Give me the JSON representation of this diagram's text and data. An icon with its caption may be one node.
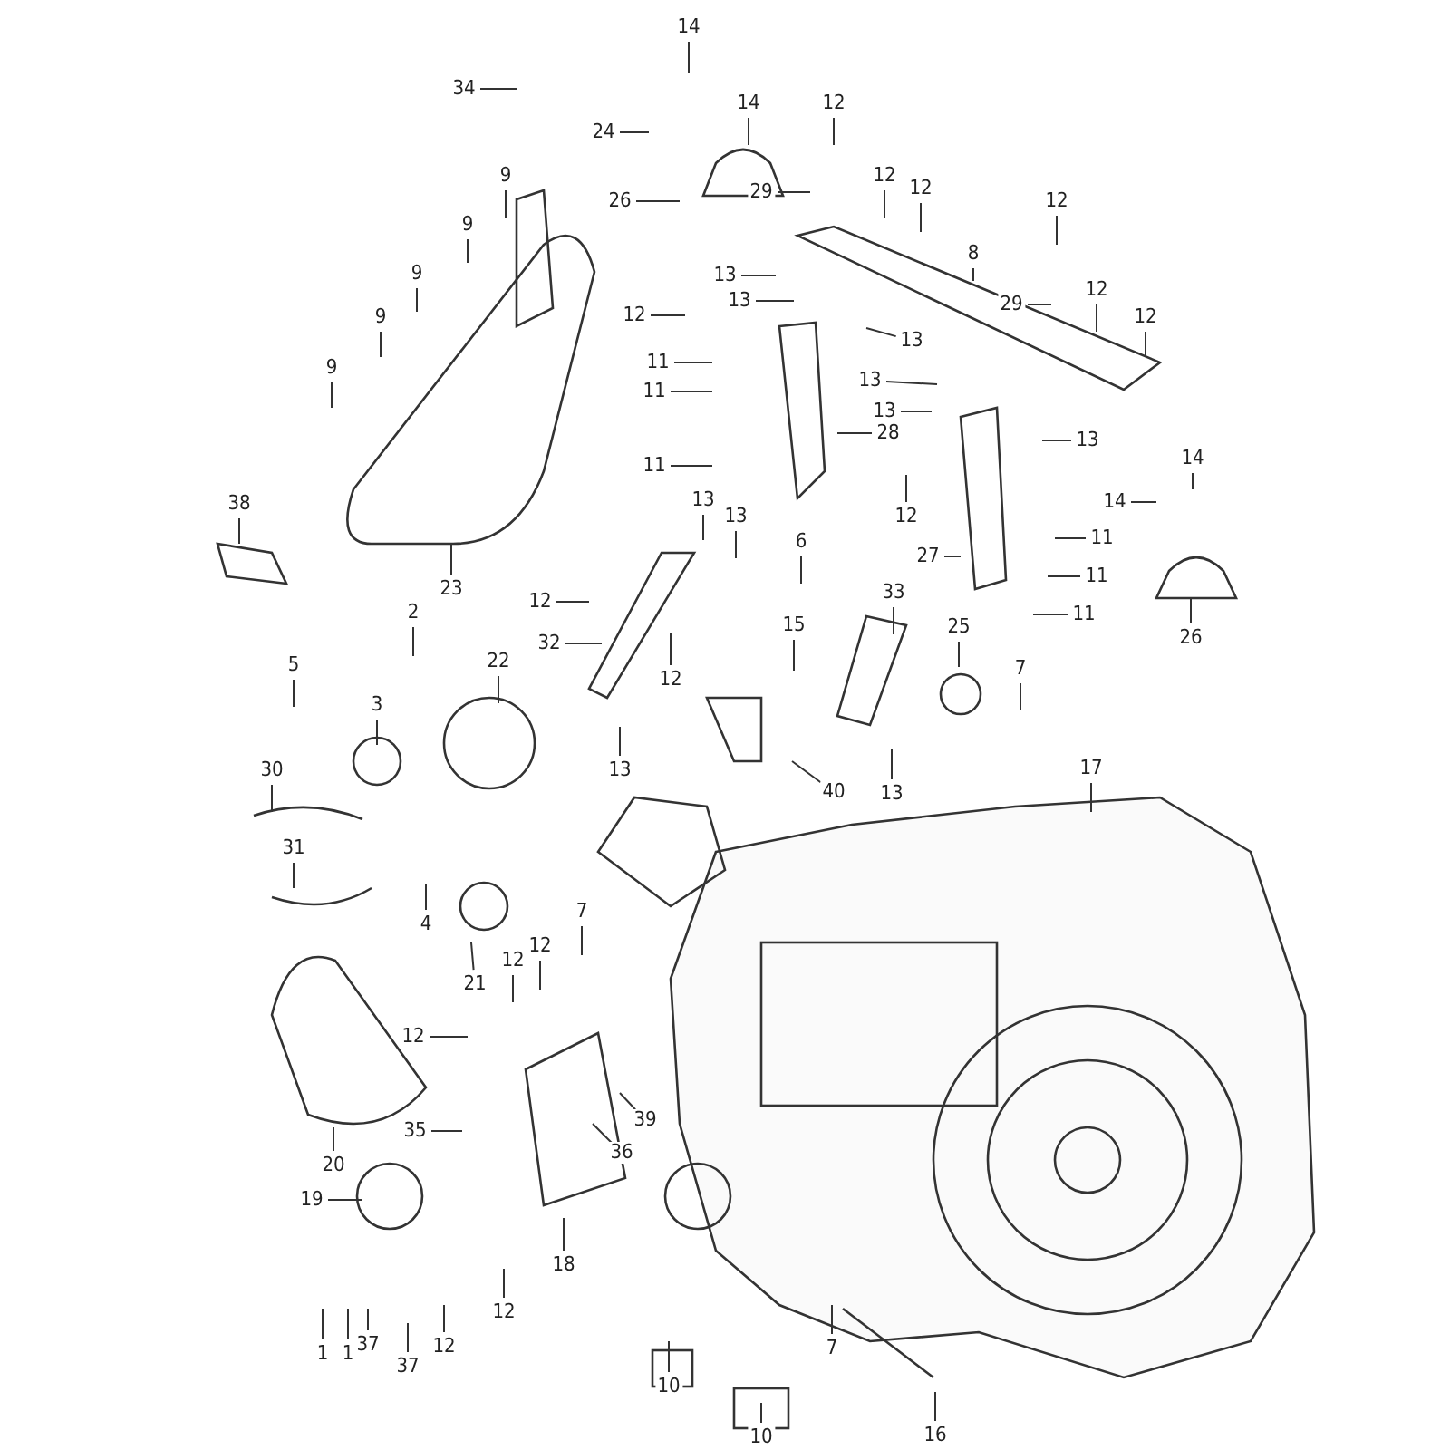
{
  "diagram": {
    "nodes": [
      {
        "text": [
          "34"
        ]
      },
      {
        "text": [
          "14"
        ]
      },
      {
        "text": [
          "24"
        ]
      },
      {
        "text": [
          "14"
        ]
      },
      {
        "text": [
          "12"
        ]
      },
      {
        "text": [
          "26"
        ]
      },
      {
        "text": [
          "29"
        ]
      },
      {
        "text": [
          "12"
        ]
      },
      {
        "text": [
          "12"
        ]
      },
      {
        "text": [
          "8"
        ]
      },
      {
        "text": [
          "12"
        ]
      },
      {
        "text": [
          "29"
        ]
      },
      {
        "text": [
          "12"
        ]
      },
      {
        "text": [
          "12"
        ]
      },
      {
        "text": [
          "9"
        ]
      },
      {
        "text": [
          "9"
        ]
      },
      {
        "text": [
          "9"
        ]
      },
      {
        "text": [
          "9"
        ]
      },
      {
        "text": [
          "9"
        ]
      },
      {
        "text": [
          "13"
        ]
      },
      {
        "text": [
          "13"
        ]
      },
      {
        "text": [
          "12"
        ]
      },
      {
        "text": [
          "13"
        ]
      },
      {
        "text": [
          "13"
        ]
      },
      {
        "text": [
          "13"
        ]
      },
      {
        "text": [
          "11"
        ]
      },
      {
        "text": [
          "11"
        ]
      },
      {
        "text": [
          "28"
        ]
      },
      {
        "text": [
          "11"
        ]
      },
      {
        "text": [
          "12"
        ]
      },
      {
        "text": [
          "13"
        ]
      },
      {
        "text": [
          "14"
        ]
      },
      {
        "text": [
          "14"
        ]
      },
      {
        "text": [
          "23"
        ]
      },
      {
        "text": [
          "38"
        ]
      },
      {
        "text": [
          "13"
        ]
      },
      {
        "text": [
          "13"
        ]
      },
      {
        "text": [
          "6"
        ]
      },
      {
        "text": [
          "27"
        ]
      },
      {
        "text": [
          "11"
        ]
      },
      {
        "text": [
          "11"
        ]
      },
      {
        "text": [
          "11"
        ]
      },
      {
        "text": [
          "26"
        ]
      },
      {
        "text": [
          "12"
        ]
      },
      {
        "text": [
          "32"
        ]
      },
      {
        "text": [
          "33"
        ]
      },
      {
        "text": [
          "2"
        ]
      },
      {
        "text": [
          "22"
        ]
      },
      {
        "text": [
          "15"
        ]
      },
      {
        "text": [
          "25"
        ]
      },
      {
        "text": [
          "12"
        ]
      },
      {
        "text": [
          "7"
        ]
      },
      {
        "text": [
          "5"
        ]
      },
      {
        "text": [
          "3"
        ]
      },
      {
        "text": [
          "40"
        ]
      },
      {
        "text": [
          "13"
        ]
      },
      {
        "text": [
          "13"
        ]
      },
      {
        "text": [
          "17"
        ]
      },
      {
        "text": [
          "30"
        ]
      },
      {
        "text": [
          "31"
        ]
      },
      {
        "text": [
          "4"
        ]
      },
      {
        "text": [
          "7"
        ]
      },
      {
        "text": [
          "21"
        ]
      },
      {
        "text": [
          "12"
        ]
      },
      {
        "text": [
          "12"
        ]
      },
      {
        "text": [
          "12"
        ]
      },
      {
        "text": [
          "39"
        ]
      },
      {
        "text": [
          "36"
        ]
      },
      {
        "text": [
          "35"
        ]
      },
      {
        "text": [
          "20"
        ]
      },
      {
        "text": [
          "19"
        ]
      },
      {
        "text": [
          "18"
        ]
      },
      {
        "text": [
          "1"
        ]
      },
      {
        "text": [
          "1"
        ]
      },
      {
        "text": [
          "37"
        ]
      },
      {
        "text": [
          "37"
        ]
      },
      {
        "text": [
          "12"
        ]
      },
      {
        "text": [
          "12"
        ]
      },
      {
        "text": [
          "10"
        ]
      },
      {
        "text": [
          "10"
        ]
      },
      {
        "text": [
          "7"
        ]
      },
      {
        "text": [
          "16"
        ]
      }
    ],
    "edges": [
      {
        "from": 0,
        "to": null,
        "arrow": "none"
      },
      {
        "from": 1,
        "to": null,
        "arrow": "none"
      },
      {
        "from": 2,
        "to": null,
        "arrow": "none"
      },
      {
        "from": 3,
        "to": null,
        "arrow": "none"
      },
      {
        "from": 4,
        "to": null,
        "arrow": "none"
      },
      {
        "from": 5,
        "to": null,
        "arrow": "none"
      },
      {
        "from": 6,
        "to": null,
        "arrow": "none"
      },
      {
        "from": 7,
        "to": null,
        "arrow": "none"
      },
      {
        "from": 8,
        "to": null,
        "arrow": "none"
      },
      {
        "from": 9,
        "to": null,
        "arrow": "none"
      },
      {
        "from": 10,
        "to": null,
        "arrow": "none"
      },
      {
        "from": 11,
        "to": null,
        "arrow": "none"
      },
      {
        "from": 12,
        "to": null,
        "arrow": "none"
      },
      {
        "from": 13,
        "to": null,
        "arrow": "none"
      },
      {
        "from": 14,
        "to": null,
        "arrow": "none"
      },
      {
        "from": 15,
        "to": null,
        "arrow": "none"
      },
      {
        "from": 16,
        "to": null,
        "arrow": "none"
      },
      {
        "from": 17,
        "to": null,
        "arrow": "none"
      },
      {
        "from": 18,
        "to": null,
        "arrow": "none"
      },
      {
        "from": 19,
        "to": null,
        "arrow": "none"
      },
      {
        "from": 20,
        "to": null,
        "arrow": "none"
      },
      {
        "from": 21,
        "to": null,
        "arrow": "none"
      },
      {
        "from": 22,
        "to": null,
        "arrow": "none"
      },
      {
        "from": 23,
        "to": null,
        "arrow": "none"
      },
      {
        "from": 24,
        "to": null,
        "arrow": "none"
      },
      {
        "from": 25,
        "to": null,
        "arrow": "none"
      },
      {
        "from": 26,
        "to": null,
        "arrow": "none"
      },
      {
        "from": 27,
        "to": null,
        "arrow": "none"
      },
      {
        "from": 28,
        "to": null,
        "arrow": "none"
      },
      {
        "from": 29,
        "to": null,
        "arrow": "none"
      },
      {
        "from": 30,
        "to": null,
        "arrow": "none"
      },
      {
        "from": 31,
        "to": null,
        "arrow": "none"
      },
      {
        "from": 32,
        "to": null,
        "arrow": "none"
      },
      {
        "from": 33,
        "to": null,
        "arrow": "none"
      },
      {
        "from": 34,
        "to": null,
        "arrow": "none"
      },
      {
        "from": 35,
        "to": null,
        "arrow": "none"
      },
      {
        "from": 36,
        "to": null,
        "arrow": "none"
      },
      {
        "from": 37,
        "to": null,
        "arrow": "none"
      },
      {
        "from": 38,
        "to": null,
        "arrow": "none"
      },
      {
        "from": 39,
        "to": null,
        "arrow": "none"
      },
      {
        "from": 40,
        "to": null,
        "arrow": "none"
      },
      {
        "from": 41,
        "to": null,
        "arrow": "none"
      },
      {
        "from": 42,
        "to": null,
        "arrow": "none"
      },
      {
        "from": 43,
        "to": null,
        "arrow": "none"
      },
      {
        "from": 44,
        "to": null,
        "arrow": "none"
      },
      {
        "from": 45,
        "to": null,
        "arrow": "none"
      },
      {
        "from": 46,
        "to": null,
        "arrow": "none"
      },
      {
        "from": 47,
        "to": null,
        "arrow": "none"
      },
      {
        "from": 48,
        "to": null,
        "arrow": "none"
      },
      {
        "from": 49,
        "to": null,
        "arrow": "none"
      },
      {
        "from": 50,
        "to": null,
        "arrow": "none"
      },
      {
        "from": 51,
        "to": null,
        "arrow": "none"
      },
      {
        "from": 52,
        "to": null,
        "arrow": "none"
      },
      {
        "from": 53,
        "to": null,
        "arrow": "none"
      },
      {
        "from": 54,
        "to": null,
        "arrow": "none"
      },
      {
        "from": 55,
        "to": null,
        "arrow": "none"
      },
      {
        "from": 56,
        "to": null,
        "arrow": "none"
      },
      {
        "from": 57,
        "to": null,
        "arrow": "none"
      },
      {
        "from": 58,
        "to": null,
        "arrow": "none"
      },
      {
        "from": 59,
        "to": null,
        "arrow": "none"
      },
      {
        "from": 60,
        "to": null,
        "arrow": "none"
      },
      {
        "from": 61,
        "to": null,
        "arrow": "none"
      },
      {
        "from": 62,
        "to": null,
        "arrow": "none"
      },
      {
        "from": 63,
        "to": null,
        "arrow": "none"
      },
      {
        "from": 64,
        "to": null,
        "arrow": "none"
      },
      {
        "from": 65,
        "to": null,
        "arrow": "none"
      },
      {
        "from": 66,
        "to": null,
        "arrow": "none"
      },
      {
        "from": 67,
        "to": null,
        "arrow": "none"
      },
      {
        "from": 68,
        "to": null,
        "arrow": "none"
      },
      {
        "from": 69,
        "to": null,
        "arrow": "none"
      },
      {
        "from": 70,
        "to": null,
        "arrow": "none"
      },
      {
        "from": 71,
        "to": null,
        "arrow": "none"
      },
      {
        "from": 72,
        "to": null,
        "arrow": "none"
      },
      {
        "from": 73,
        "to": null,
        "arrow": "none"
      },
      {
        "from": 74,
        "to": null,
        "arrow": "none"
      },
      {
        "from": 75,
        "to": null,
        "arrow": "none"
      },
      {
        "from": 76,
        "to": null,
        "arrow": "none"
      },
      {
        "from": 77,
        "to": null,
        "arrow": "none"
      },
      {
        "from": 78,
        "to": null,
        "arrow": "none"
      },
      {
        "from": 79,
        "to": null,
        "arrow": "none"
      },
      {
        "from": 80,
        "to": null,
        "arrow": "none"
      },
      {
        "from": 81,
        "to": null,
        "arrow": "none"
      }
    ]
  }
}
